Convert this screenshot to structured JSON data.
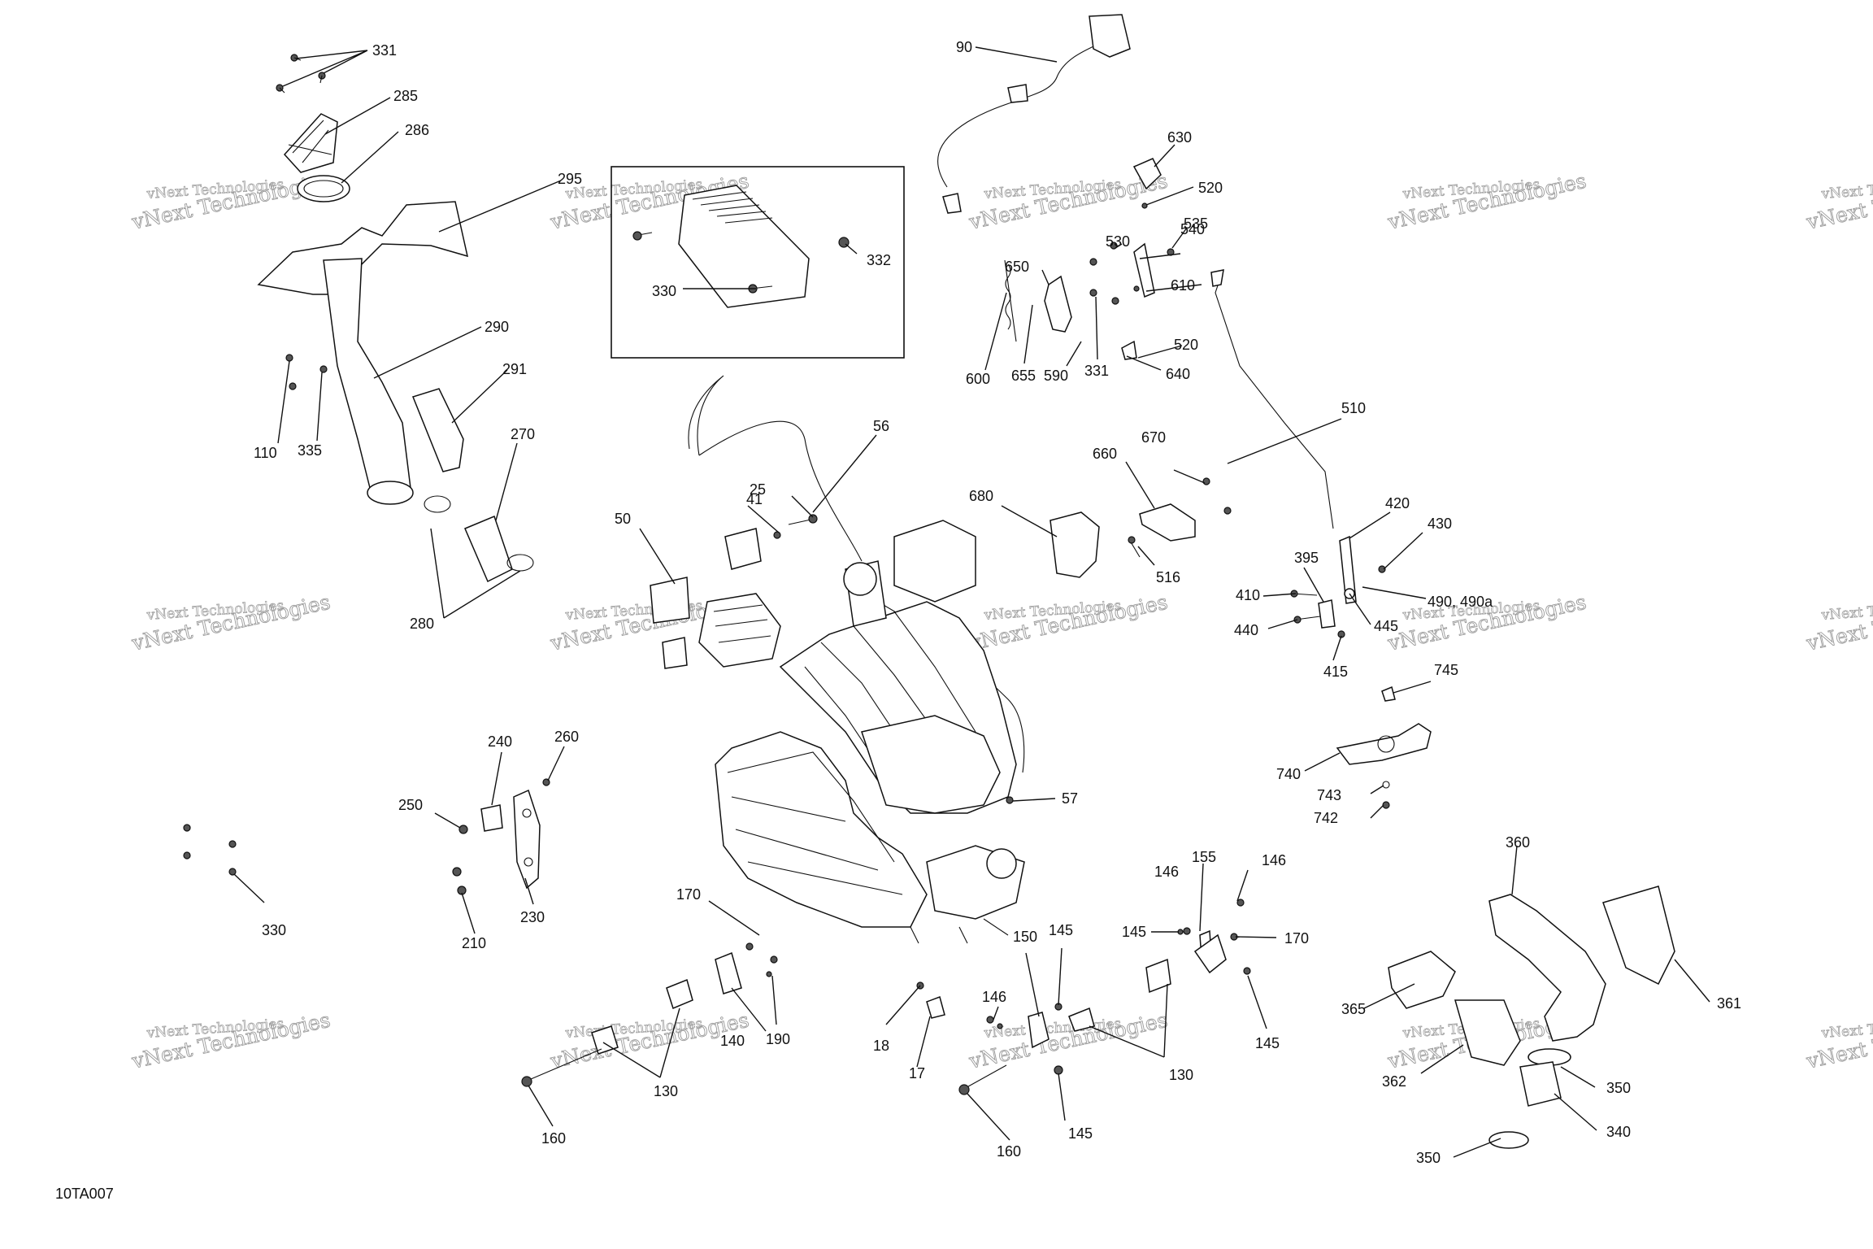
{
  "diagram": {
    "figure_id": "10TA007",
    "watermark": {
      "line1": "vNext Technologies",
      "line2": "vNext Technologies"
    },
    "callouts": [
      "331",
      "285",
      "286",
      "295",
      "290",
      "291",
      "110",
      "335",
      "270",
      "280",
      "330",
      "332",
      "90",
      "630",
      "520",
      "535",
      "540",
      "530",
      "610",
      "650",
      "600",
      "655",
      "590",
      "331",
      "640",
      "520",
      "510",
      "56",
      "41",
      "25",
      "50",
      "670",
      "660",
      "680",
      "516",
      "420",
      "430",
      "395",
      "410",
      "490, 490a",
      "440",
      "445",
      "415",
      "745",
      "740",
      "743",
      "742",
      "240",
      "260",
      "250",
      "230",
      "210",
      "330",
      "57",
      "170",
      "190",
      "140",
      "130",
      "160",
      "18",
      "17",
      "150",
      "146",
      "145",
      "145",
      "160",
      "155",
      "146",
      "146",
      "145",
      "170",
      "145",
      "130",
      "360",
      "365",
      "361",
      "362",
      "350",
      "340",
      "350"
    ]
  }
}
